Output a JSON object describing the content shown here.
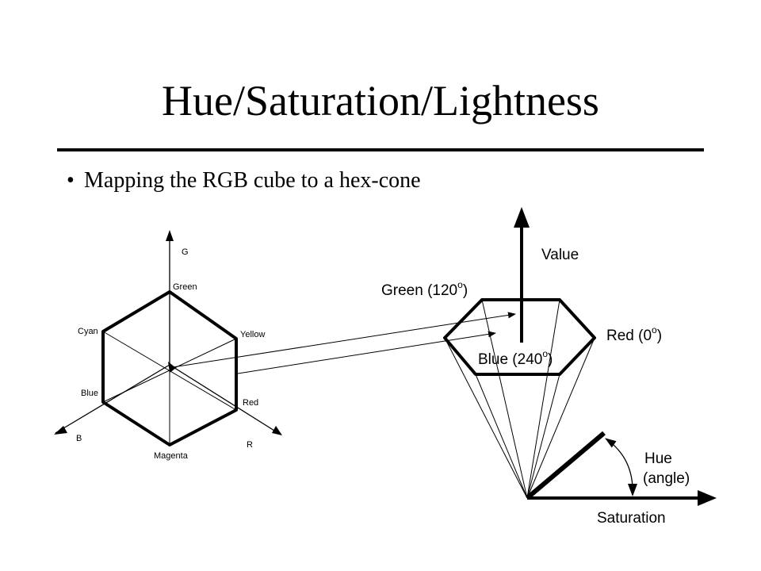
{
  "slide": {
    "title": "Hue/Saturation/Lightness",
    "bullet_marker": "•",
    "bullet": "Mapping the RGB cube to a hex-cone"
  },
  "cube": {
    "axis_g": "G",
    "axis_b": "B",
    "axis_r": "R",
    "green": "Green",
    "yellow": "Yellow",
    "cyan": "Cyan",
    "blue": "Blue",
    "red": "Red",
    "magenta": "Magenta"
  },
  "cone": {
    "value_label": "Value",
    "green_label": "Green (120",
    "blue_label": "Blue (240",
    "red_label": "Red (0",
    "degree_mark": "o",
    "close_paren": ")",
    "hue_label": "Hue",
    "angle_label": "(angle)",
    "saturation_label": "Saturation"
  }
}
